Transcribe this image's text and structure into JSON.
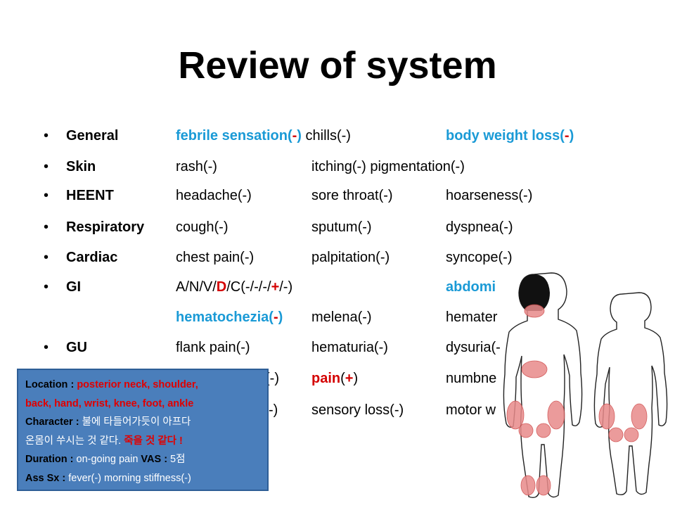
{
  "title": "Review of system",
  "rows": {
    "general": {
      "cat": "General",
      "a1": "febrile sensation",
      "a2": "(",
      "a3": "-",
      "a4": ")",
      "b": " chills(-)",
      "c1": "body weight loss",
      "c2": "(",
      "c3": "-",
      "c4": ")"
    },
    "skin": {
      "cat": "Skin",
      "a": "rash(-)",
      "b": "itching(-) pigmentation(-)"
    },
    "heent": {
      "cat": "HEENT",
      "a": "headache(-)",
      "b": "sore throat(-)",
      "c": "hoarseness(-)"
    },
    "resp": {
      "cat": "Respiratory",
      "a": "cough(-)",
      "b": "sputum(-)",
      "c": "dyspnea(-)"
    },
    "cardiac": {
      "cat": "Cardiac",
      "a": "chest pain(-)",
      "b": "palpitation(-)",
      "c": "syncope(-)"
    },
    "gi": {
      "cat": "GI",
      "a1": "A/N/V/",
      "a2": "D",
      "a3": "/C(-/-/-/",
      "a4": "+",
      "a5": "/-)",
      "c": "abdomi"
    },
    "gi2": {
      "a1": "hematochezia",
      "a2": "(",
      "a3": "-",
      "a4": ")",
      "b": "melena(-)",
      "c": "hemater"
    },
    "gu": {
      "cat": "GU",
      "a": "flank pain(-)",
      "b": "hematuria(-)",
      "c": "dysuria(-"
    },
    "ms": {
      "a": "s(-)",
      "b1": "pain",
      "b2": "(",
      "b3": "+",
      "b4": ")",
      "c": "numbne"
    },
    "neuro": {
      "a": "-)",
      "b": "sensory loss(-)",
      "c": "motor w"
    }
  },
  "bullet": "•",
  "callout": {
    "location_label": "Location : ",
    "location_value_1": "posterior neck, shoulder,",
    "location_value_2": "back, hand, wrist, knee, foot, ankle",
    "character_label": "Character : ",
    "character_value_1": "불에 타들어가듯이 아프다",
    "character_value_2a": "온몸이 쑤시는 것 같다. ",
    "character_value_2b": "죽을 것 같다 !",
    "duration_label": "Duration : ",
    "duration_value": "on-going pain ",
    "vas_label": "VAS : ",
    "vas_value": "5점",
    "ass_label": "Ass Sx : ",
    "ass_value": "fever(-) morning stiffness(-)"
  },
  "colors": {
    "accent_blue": "#1a9ad6",
    "accent_red": "#d40000",
    "callout_bg": "#4a7ebb",
    "pain_marker": "#e88a8a"
  }
}
